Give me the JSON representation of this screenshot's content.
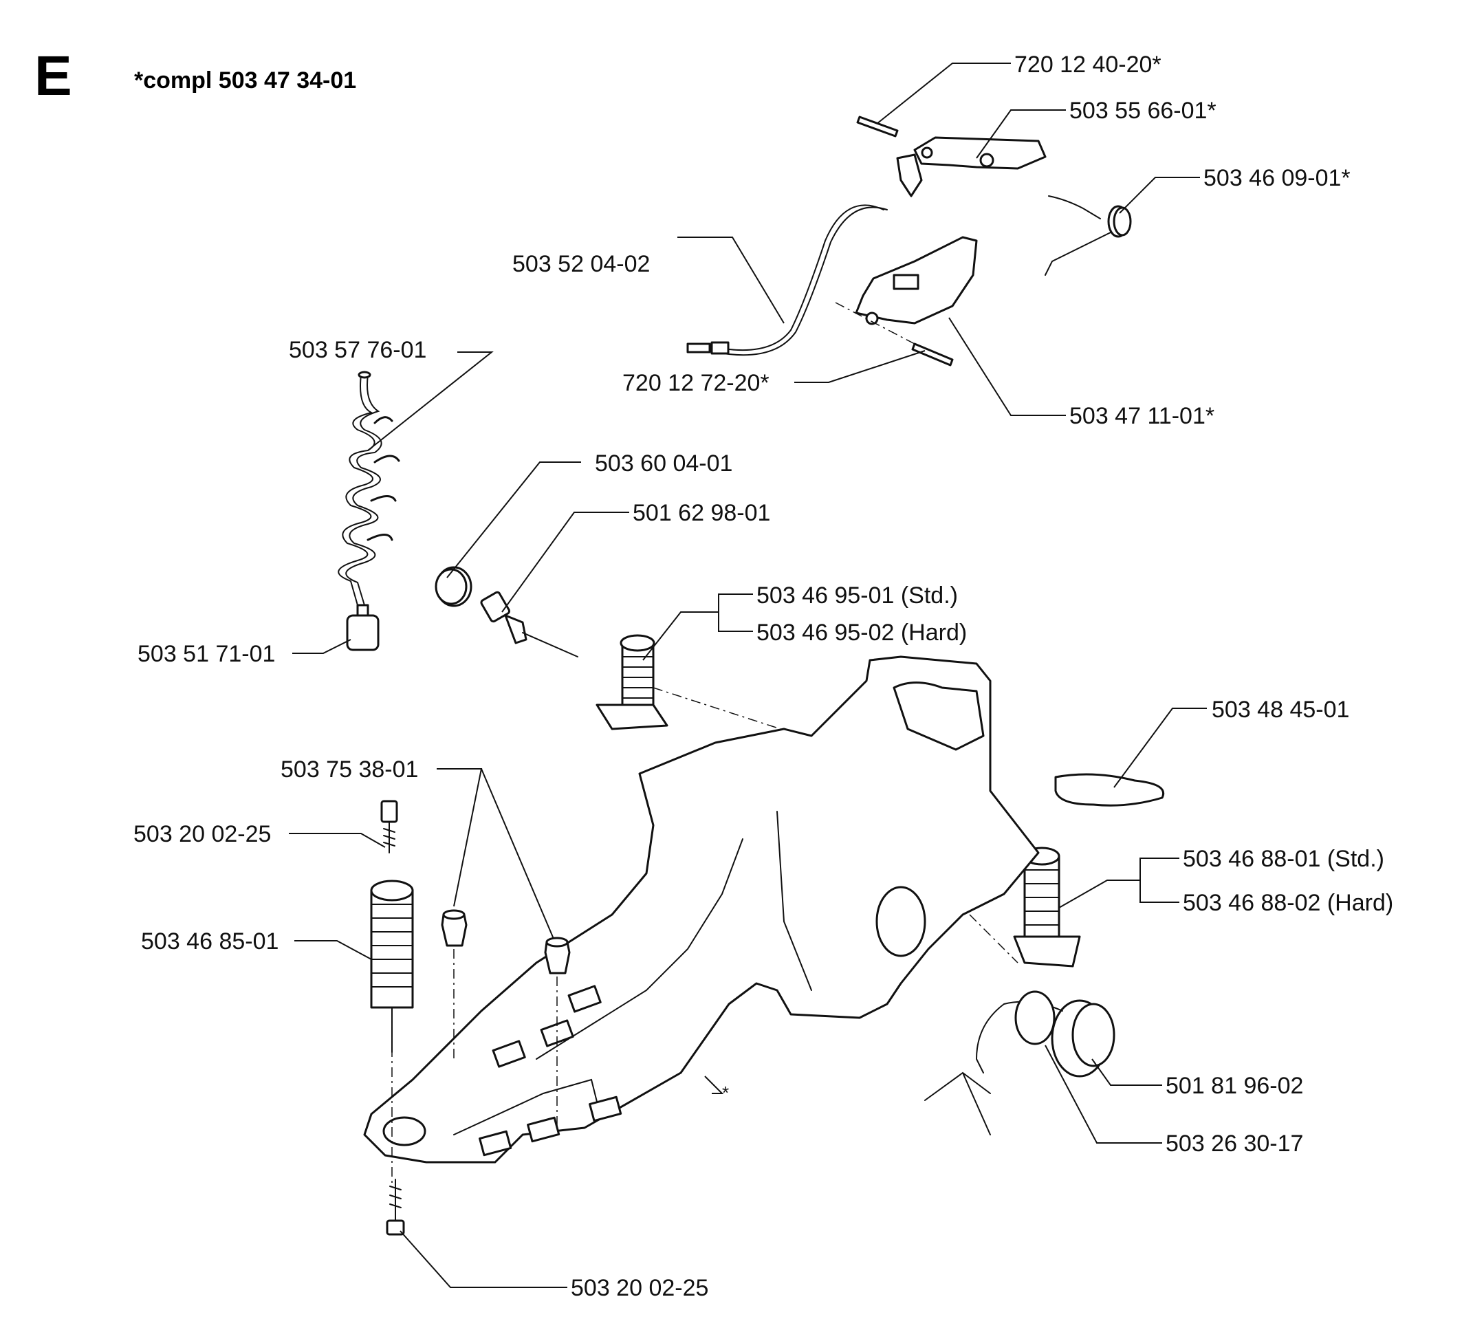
{
  "header": {
    "section_letter": "E",
    "subtitle": "*compl 503 47 34-01"
  },
  "labels": [
    "720 12 40-20*",
    "503 55 66-01*",
    "503 46 09-01*",
    "503 52 04-02",
    "720 12 72-20*",
    "503 47 11-01*",
    "503 57 76-01",
    "503 60 04-01",
    "501 62 98-01",
    "503 46 95-01 (Std.)",
    "503 46 95-02 (Hard)",
    "503 51 71-01",
    "503 48 45-01",
    "503 75 38-01",
    "503 20 02-25",
    "503 46 88-01 (Std.)",
    "503 46 88-02 (Hard)",
    "503 46 85-01",
    "501 81 96-02",
    "503 26 30-17",
    "503 20 02-25",
    "*"
  ]
}
